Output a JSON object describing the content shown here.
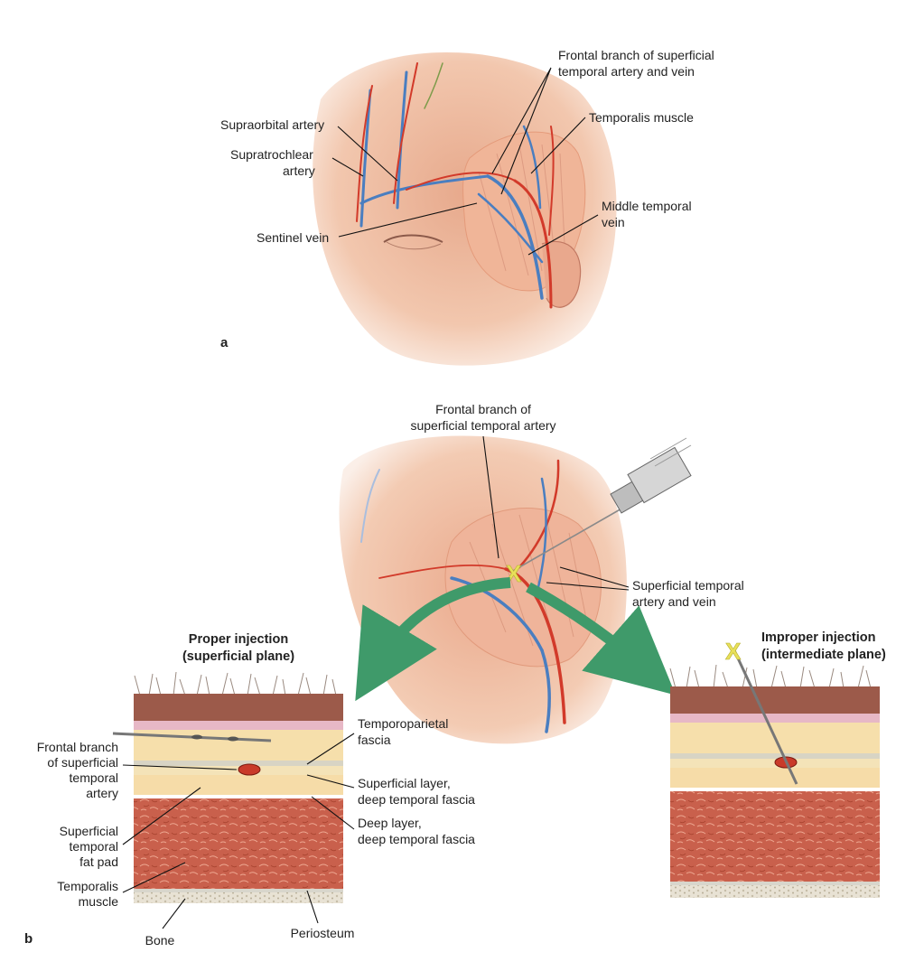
{
  "panel_a": {
    "letter": "a",
    "labels": {
      "frontal_branch": [
        "Frontal branch of superficial",
        "temporal artery and vein"
      ],
      "supraorbital": [
        "Supraorbital artery"
      ],
      "supratrochlear": [
        "Supratrochlear",
        "artery"
      ],
      "temporalis": [
        "Temporalis muscle"
      ],
      "middle_temporal": [
        "Middle temporal",
        "vein"
      ],
      "sentinel": [
        "Sentinel vein"
      ]
    }
  },
  "panel_b": {
    "letter": "b",
    "labels": {
      "frontal_branch_top": [
        "Frontal branch of",
        "superficial temporal artery"
      ],
      "superficial_temporal": [
        "Superficial temporal",
        "artery and vein"
      ],
      "proper_title": [
        "Proper injection",
        "(superficial plane)"
      ],
      "improper_title": [
        "Improper injection",
        "(intermediate plane)"
      ],
      "frontal_branch_left": [
        "Frontal branch",
        "of superficial",
        "temporal",
        "artery"
      ],
      "fat_pad": [
        "Superficial",
        "temporal",
        "fat pad"
      ],
      "temporalis_muscle": [
        "Temporalis",
        "muscle"
      ],
      "bone": [
        "Bone"
      ],
      "temporoparietal": [
        "Temporoparietal",
        "fascia"
      ],
      "superficial_layer": [
        "Superficial layer,",
        "deep temporal fascia"
      ],
      "deep_layer": [
        "Deep layer,",
        "deep temporal fascia"
      ],
      "periosteum": [
        "Periosteum"
      ]
    }
  },
  "colors": {
    "artery": "#d23a2a",
    "vein": "#4a7ec0",
    "skin": "#f2c6ac",
    "muscle": "#c9604c",
    "fat": "#f7dfae",
    "arrow": "#3f9a6a",
    "marker": "#e8e05a"
  }
}
